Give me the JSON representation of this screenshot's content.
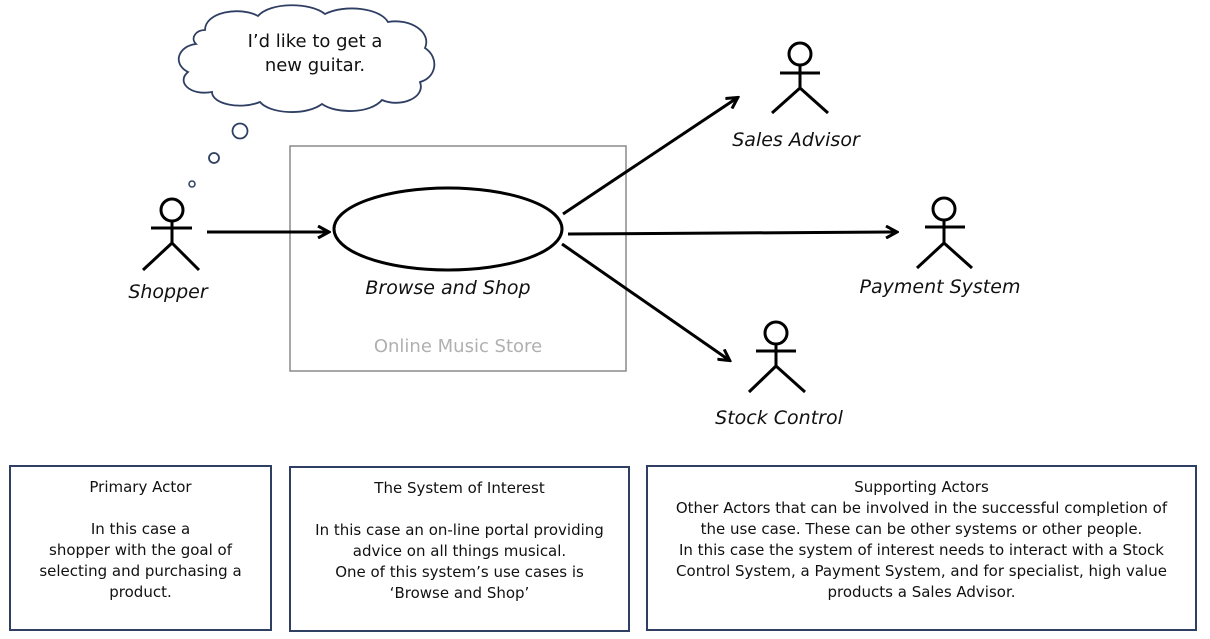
{
  "thought_bubble": {
    "text_line1": "I’d like to get a",
    "text_line2": "new guitar."
  },
  "system": {
    "name": "Online Music Store",
    "use_case": "Browse and Shop"
  },
  "actors": {
    "primary": "Shopper",
    "sales_advisor": "Sales Advisor",
    "payment_system": "Payment System",
    "stock_control": "Stock Control"
  },
  "notes": [
    {
      "title": "Primary Actor",
      "body": "\nIn this case a\nshopper with the goal of\nselecting and purchasing a\nproduct."
    },
    {
      "title": "The System of Interest",
      "body": "\nIn this case an on-line portal providing\nadvice on all things musical.\nOne of this system’s use cases is\n‘Browse and Shop’"
    },
    {
      "title": "Supporting Actors",
      "body": "Other Actors that can be involved in the successful completion of\nthe use case. These can be other systems or other people.\nIn this case the system of interest needs to interact with a Stock\nControl System, a Payment System, and for specialist, high value\nproducts a Sales Advisor."
    }
  ],
  "colors": {
    "cloud_stroke": "#2f3f63",
    "note_border": "#2f3f63",
    "system_border": "#8a8a8a",
    "system_label": "#b0b0b0"
  }
}
